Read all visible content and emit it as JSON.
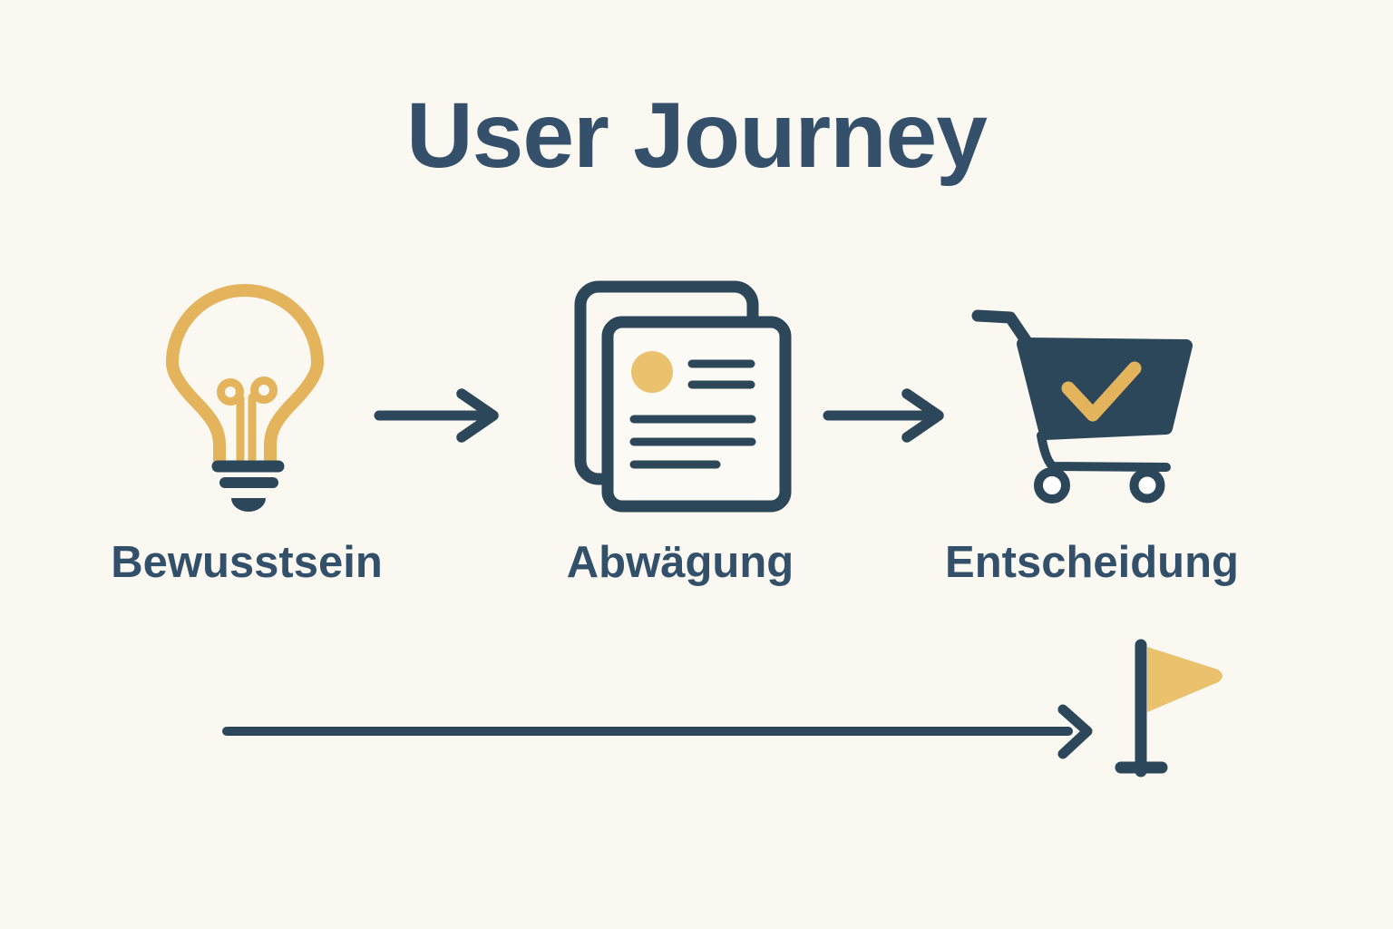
{
  "title": "User Journey",
  "stages": [
    {
      "label": "Bewusstsein",
      "icon": "lightbulb-icon"
    },
    {
      "label": "Abwägung",
      "icon": "documents-icon"
    },
    {
      "label": "Entscheidung",
      "icon": "cart-check-icon"
    }
  ],
  "connectors": {
    "between_stages": "arrow-right-icon",
    "timeline": "timeline-arrow-icon",
    "goal": "goal-flag-icon"
  },
  "colors": {
    "background": "#faf8f1",
    "ink": "#2c4759",
    "heading": "#35506a",
    "gold": "#e3b45c",
    "gold_light": "#eac16d",
    "page_fill": "#fcfaf4",
    "wheel_fill": "#ffffff"
  }
}
